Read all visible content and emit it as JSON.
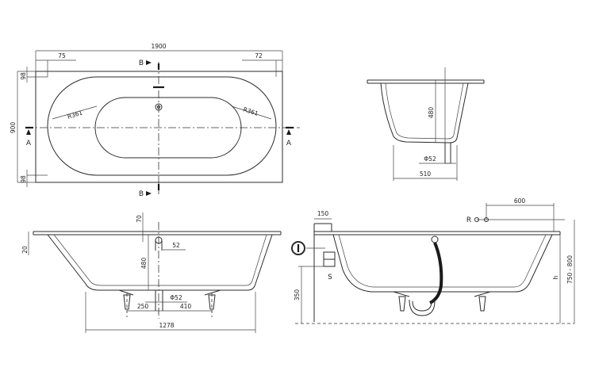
{
  "top_view": {
    "overall_width": "1900",
    "left_offset": "75",
    "right_offset": "72",
    "overall_depth": "900",
    "top_rim": "98",
    "bottom_rim": "98",
    "radius_left": "R361",
    "radius_right": "R361",
    "section_a_left": "A",
    "section_a_right": "A",
    "section_b_top": "B",
    "section_b_bottom": "B"
  },
  "section_b": {
    "height": "480",
    "drain_diameter": "Φ52",
    "width": "510"
  },
  "side_view": {
    "top_offset": "70",
    "rim_height": "20",
    "depth": "480",
    "drain_offset": "52",
    "drain_diameter": "Φ52",
    "leg_left": "250",
    "leg_right": "410",
    "base_length": "1278"
  },
  "install_view": {
    "wall_offset": "150",
    "tap_offset": "600",
    "tap_label": "R",
    "waste_label": "S",
    "outlet_height": "350",
    "total_height": "750 - 800",
    "h_label": "h"
  }
}
